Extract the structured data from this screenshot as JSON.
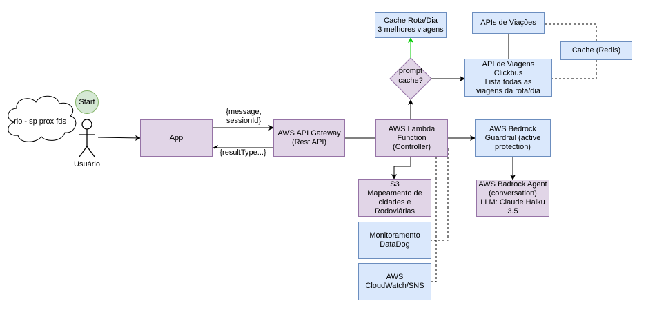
{
  "nodes": {
    "start": "Start",
    "user_cloud": "rio - sp prox fds",
    "user": "Usuário",
    "app": [
      "App"
    ],
    "api_gateway": [
      "AWS API Gateway",
      "(Rest API)"
    ],
    "lambda": [
      "AWS Lambda",
      "Function",
      "(Controller)"
    ],
    "prompt_cache": [
      "prompt",
      "cache?"
    ],
    "cache_route": [
      "Cache Rota/Dia",
      "3 melhores viagens"
    ],
    "apis_viacoes": [
      "APIs de Viações"
    ],
    "clickbus": [
      "API de Viagens",
      "Clickbus",
      "Lista todas as",
      "viagens da rota/dia"
    ],
    "redis": [
      "Cache (Redis)"
    ],
    "bedrock_guardrail": [
      "AWS Bedrock",
      "Guardrail (active",
      "protection)"
    ],
    "bedrock_agent": [
      "AWS Badrock Agent",
      "(conversation)",
      "LLM: Claude Haiku",
      "3.5"
    ],
    "s3": [
      "S3",
      "Mapeamento de",
      "cidades e",
      "Rodoviárias"
    ],
    "datadog": [
      "Monitoramento",
      "DataDog"
    ],
    "cloudwatch": [
      "AWS",
      "CloudWatch/SNS"
    ]
  },
  "edge_labels": {
    "request": [
      "{message,",
      "sessionId}"
    ],
    "response": [
      "{resultType...}"
    ]
  },
  "colors": {
    "purple_fill": "#e1d5e7",
    "purple_stroke": "#9673a6",
    "blue_fill": "#dae8fc",
    "blue_stroke": "#6c8ebf",
    "start_fill": "#d5e8d4",
    "green_arrow": "#00cc00"
  }
}
